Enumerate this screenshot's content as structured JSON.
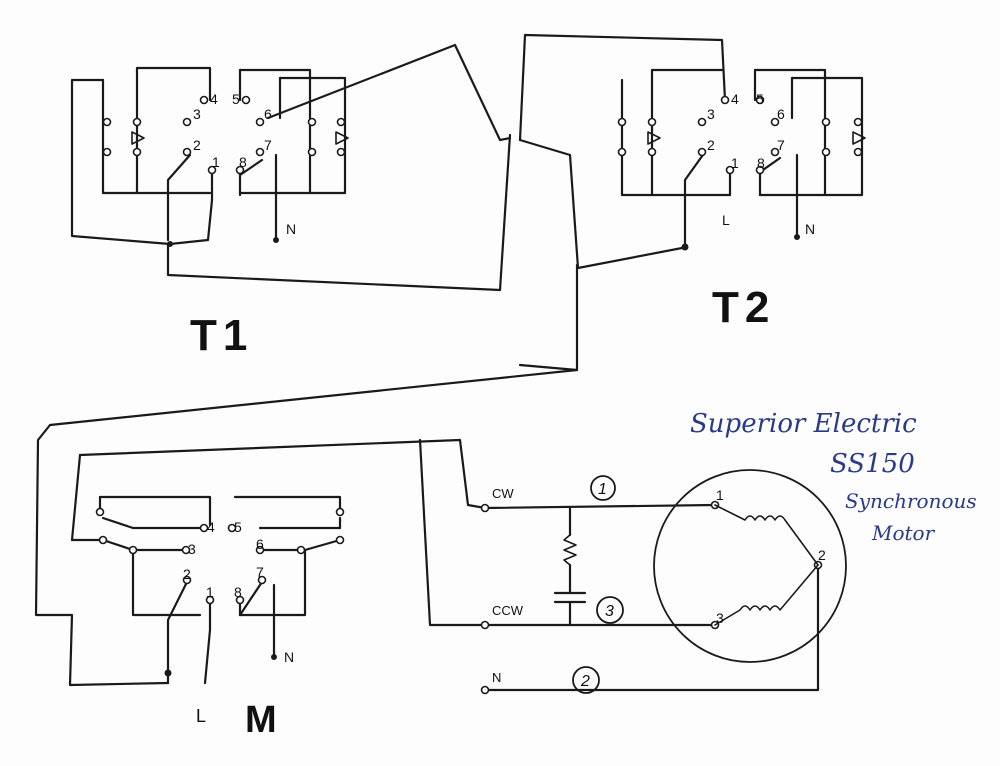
{
  "relays": {
    "t1": {
      "label": "T1",
      "pins": [
        "4",
        "5",
        "3",
        "6",
        "2",
        "7",
        "1",
        "8"
      ],
      "neutral": "N"
    },
    "t2": {
      "label": "T2",
      "pins": [
        "4",
        "5",
        "3",
        "6",
        "2",
        "7",
        "1",
        "8"
      ],
      "neutral": "N",
      "line": "L"
    },
    "m": {
      "label": "M",
      "pins": [
        "4",
        "5",
        "3",
        "6",
        "2",
        "7",
        "1",
        "8"
      ],
      "neutral": "N",
      "line": "L"
    }
  },
  "motor": {
    "title_line1": "Superior Electric",
    "title_line2": "SS150",
    "title_line3": "Synchronous",
    "title_line4": "Motor",
    "terminals": [
      "1",
      "2",
      "3"
    ]
  },
  "connections": {
    "cw": "CW",
    "ccw": "CCW",
    "n": "N",
    "wire1": "1",
    "wire2": "2",
    "wire3": "3"
  }
}
